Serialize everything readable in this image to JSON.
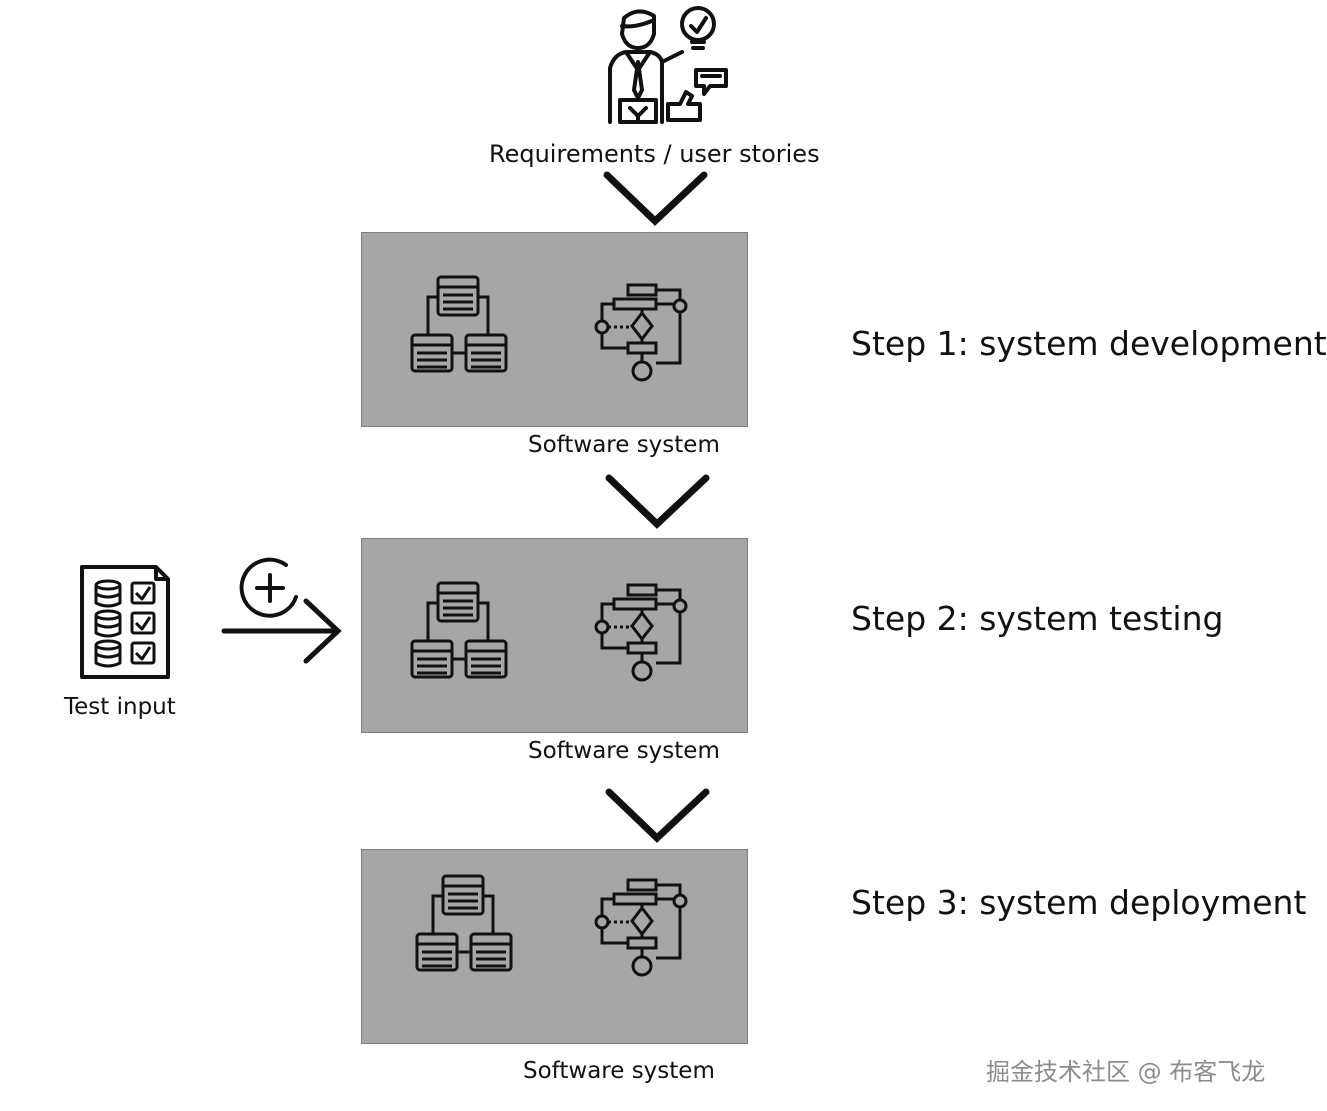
{
  "requirements": {
    "label": "Requirements / user stories",
    "icon": "presenter-person-icon"
  },
  "test_input": {
    "label": "Test input",
    "icon": "test-checklist-icon",
    "add_icon": "add-circle-icon"
  },
  "systems": [
    {
      "label": "Software system"
    },
    {
      "label": "Software system"
    },
    {
      "label": "Software system"
    }
  ],
  "steps": [
    {
      "label": "Step 1: system development"
    },
    {
      "label": "Step 2: system testing"
    },
    {
      "label": "Step 3: system deployment"
    }
  ],
  "watermark": "掘金技术社区 @ 布客飞龙",
  "colors": {
    "box_fill": "#a6a6a6",
    "box_border": "#7f7f7f",
    "stroke": "#111111"
  }
}
